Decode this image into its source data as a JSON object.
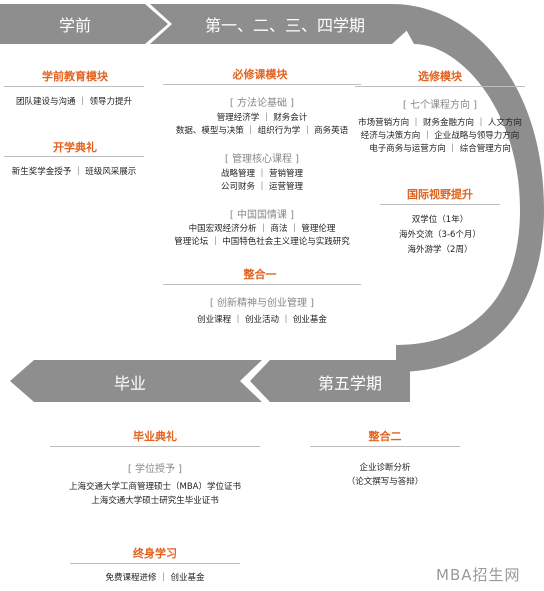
{
  "top": {
    "left_label": "学前",
    "right_label": "第一、二、三、四学期"
  },
  "pre": {
    "module_title": "学前教育模块",
    "module_items": "团队建设与沟通 ｜ 领导力提升",
    "ceremony_title": "开学典礼",
    "ceremony_items": "新生奖学金授予 ｜ 班级风采展示"
  },
  "required": {
    "title": "必修课模块",
    "method_bracket": "[ 方法论基础 ]",
    "method_line1": "管理经济学 ｜ 财务会计",
    "method_line2": "数据、模型与决策 ｜ 组织行为学 ｜ 商务英语",
    "core_bracket": "[ 管理核心课程 ]",
    "core_line1": "战略管理 ｜ 营销管理",
    "core_line2": "公司财务 ｜ 运营管理",
    "china_bracket": "[ 中国国情课 ]",
    "china_line1": "中国宏观经济分析 ｜ 商法 ｜ 管理伦理",
    "china_line2": "管理论坛 ｜ 中国特色社会主义理论与实践研究",
    "integrate1_title": "整合一",
    "integrate1_bracket": "[ 创新精神与创业管理 ]",
    "integrate1_line": "创业课程 ｜ 创业活动 ｜ 创业基金"
  },
  "elective": {
    "title": "选修模块",
    "bracket": "[ 七个课程方向 ]",
    "line1": "市场营销方向 ｜ 财务金融方向 ｜ 人文方向",
    "line2": "经济与决策方向 ｜ 企业战略与领导力方向",
    "line3": "电子商务与运营方向 ｜ 综合管理方向",
    "intl_title": "国际视野提升",
    "intl_line1": "双学位（1年）",
    "intl_line2": "海外交流（3-6个月）",
    "intl_line3": "海外游学（2周）"
  },
  "bottom": {
    "left_label": "毕业",
    "right_label": "第五学期"
  },
  "graduation": {
    "title": "毕业典礼",
    "bracket": "[ 学位授予 ]",
    "line1": "上海交通大学工商管理硕士（MBA）学位证书",
    "line2": "上海交通大学硕士研究生毕业证书",
    "lifelong_title": "终身学习",
    "lifelong_line": "免费课程进修 ｜ 创业基金"
  },
  "integrate2": {
    "title": "整合二",
    "line1": "企业诊断分析",
    "line2": "（论文撰写与答辩）"
  },
  "watermark": "MBA招生网",
  "colors": {
    "arrow": "#8e8e8e",
    "arrow_dark": "#7d7d7d",
    "accent": "#e2631f"
  }
}
